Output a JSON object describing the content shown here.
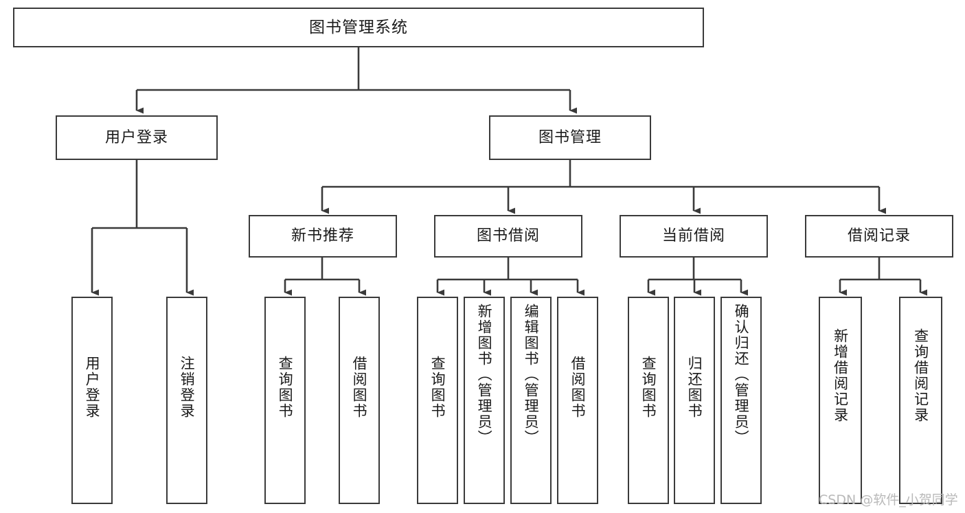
{
  "diagram": {
    "title": "图书管理系统",
    "type": "tree-hierarchy-diagram",
    "colors": {
      "box_border": "#3a3a3a",
      "box_fill": "#ffffff",
      "connector": "#3a3a3a",
      "text": "#1a1a1a",
      "watermark": "#b9b9b9",
      "background": "#ffffff"
    }
  },
  "watermark": {
    "text": "CSDN @软件_小贺同学"
  },
  "nodes": {
    "root": {
      "label": "图书管理系统"
    },
    "level2": [
      {
        "id": "user-login",
        "label": "用户登录"
      },
      {
        "id": "book-management",
        "label": "图书管理"
      }
    ],
    "level3": [
      {
        "id": "new-book-recommend",
        "label": "新书推荐"
      },
      {
        "id": "book-borrow",
        "label": "图书借阅"
      },
      {
        "id": "current-borrow",
        "label": "当前借阅"
      },
      {
        "id": "borrow-record",
        "label": "借阅记录"
      }
    ],
    "leaves": {
      "user_login": [
        {
          "id": "leaf-user-login",
          "label": "用户登录"
        },
        {
          "id": "leaf-logout-login",
          "label": "注销登录"
        }
      ],
      "new_book_recommend": [
        {
          "id": "leaf-query-book-1",
          "label": "查询图书"
        },
        {
          "id": "leaf-borrow-book-1",
          "label": "借阅图书"
        }
      ],
      "book_borrow": [
        {
          "id": "leaf-query-book-2",
          "label": "查询图书"
        },
        {
          "id": "leaf-add-book",
          "label": "新增图书（管理员）"
        },
        {
          "id": "leaf-edit-book",
          "label": "编辑图书（管理员）"
        },
        {
          "id": "leaf-borrow-book-2",
          "label": "借阅图书"
        }
      ],
      "current_borrow": [
        {
          "id": "leaf-query-book-3",
          "label": "查询图书"
        },
        {
          "id": "leaf-return-book",
          "label": "归还图书"
        },
        {
          "id": "leaf-confirm-return",
          "label": "确认归还（管理员）"
        }
      ],
      "borrow_record": [
        {
          "id": "leaf-add-borrow-record",
          "label": "新增借阅记录"
        },
        {
          "id": "leaf-query-borrow-record",
          "label": "查询借阅记录"
        }
      ]
    }
  }
}
